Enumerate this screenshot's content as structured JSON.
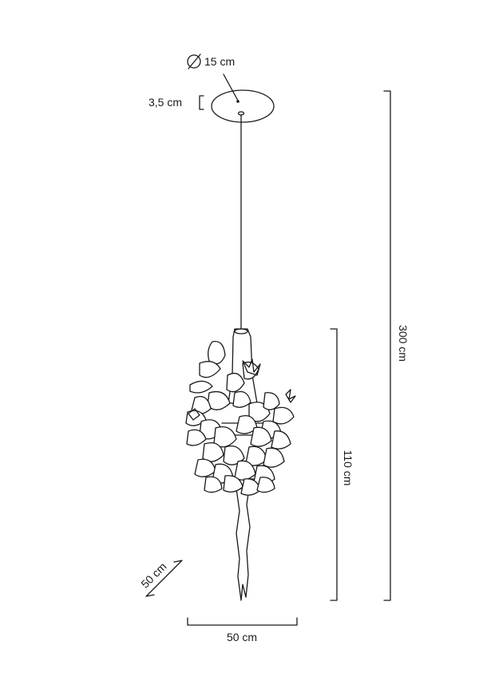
{
  "dimensions": {
    "canopy_diameter": "15 cm",
    "canopy_height": "3,5 cm",
    "total_height": "300 cm",
    "body_height": "110 cm",
    "depth": "50 cm",
    "width": "50 cm"
  },
  "colors": {
    "line": "#1a1a1a",
    "background": "#ffffff"
  },
  "icons": {
    "diameter": "diameter-symbol-icon"
  }
}
